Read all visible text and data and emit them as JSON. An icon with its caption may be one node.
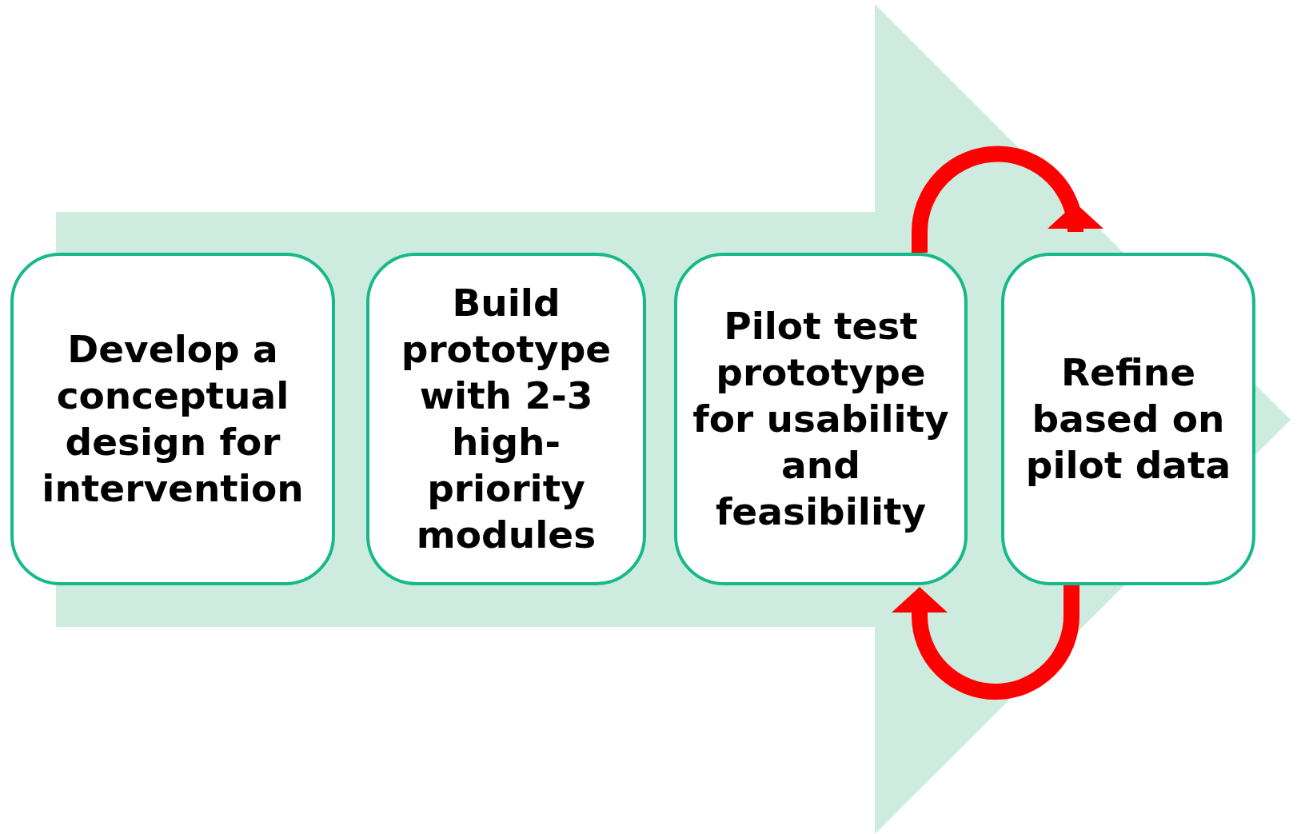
{
  "diagram": {
    "nodes": [
      {
        "text": [
          "Develop a conceptual design for intervention"
        ]
      },
      {
        "text": [
          "Build prototype with 2-3 high-priority modules"
        ]
      },
      {
        "text": [
          "Pilot test prototype for usability and feasibility"
        ]
      },
      {
        "text": [
          "Refine based on pilot data"
        ]
      }
    ],
    "edges": [
      {
        "from": 0,
        "to": 3,
        "arrow": "to",
        "color": "#cdecdf"
      },
      {
        "from": 2,
        "to": 3,
        "arrow": "to",
        "color": "#ff0000"
      },
      {
        "from": 3,
        "to": 2,
        "arrow": "to",
        "color": "#ff0000"
      }
    ]
  }
}
